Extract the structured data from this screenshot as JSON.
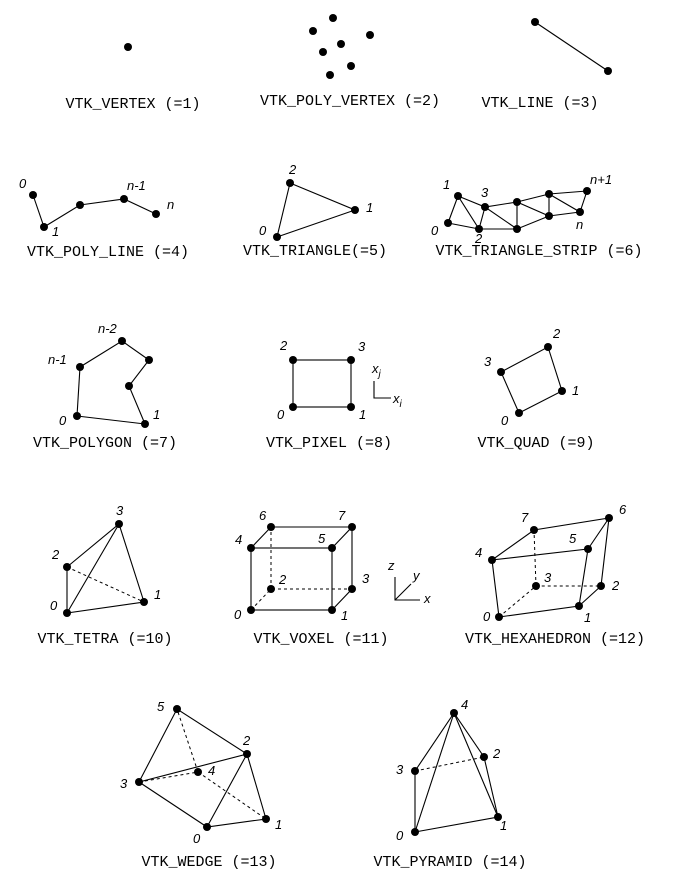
{
  "cells": [
    {
      "key": "vertex",
      "label": "VTK_VERTEX (=1)"
    },
    {
      "key": "poly_vertex",
      "label": "VTK_POLY_VERTEX (=2)"
    },
    {
      "key": "line",
      "label": "VTK_LINE (=3)"
    },
    {
      "key": "poly_line",
      "label": "VTK_POLY_LINE (=4)",
      "points": [
        "0",
        "1",
        "n-1",
        "n"
      ]
    },
    {
      "key": "triangle",
      "label": "VTK_TRIANGLE(=5)",
      "points": [
        "0",
        "1",
        "2"
      ]
    },
    {
      "key": "triangle_strip",
      "label": "VTK_TRIANGLE_STRIP (=6)",
      "points": [
        "0",
        "1",
        "2",
        "3",
        "n",
        "n+1"
      ]
    },
    {
      "key": "polygon",
      "label": "VTK_POLYGON (=7)",
      "points": [
        "0",
        "1",
        "n-1",
        "n-2"
      ]
    },
    {
      "key": "pixel",
      "label": "VTK_PIXEL (=8)",
      "points": [
        "0",
        "1",
        "2",
        "3"
      ],
      "axes": [
        "x",
        "i",
        "x",
        "j"
      ]
    },
    {
      "key": "quad",
      "label": "VTK_QUAD (=9)",
      "points": [
        "0",
        "1",
        "2",
        "3"
      ]
    },
    {
      "key": "tetra",
      "label": "VTK_TETRA (=10)",
      "points": [
        "0",
        "1",
        "2",
        "3"
      ]
    },
    {
      "key": "voxel",
      "label": "VTK_VOXEL (=11)",
      "points": [
        "0",
        "1",
        "2",
        "3",
        "4",
        "5",
        "6",
        "7"
      ],
      "axes": [
        "x",
        "y",
        "z"
      ]
    },
    {
      "key": "hexahedron",
      "label": "VTK_HEXAHEDRON (=12)",
      "points": [
        "0",
        "1",
        "2",
        "3",
        "4",
        "5",
        "6",
        "7"
      ]
    },
    {
      "key": "wedge",
      "label": "VTK_WEDGE (=13)",
      "points": [
        "0",
        "1",
        "2",
        "3",
        "4",
        "5"
      ]
    },
    {
      "key": "pyramid",
      "label": "VTK_PYRAMID (=14)",
      "points": [
        "0",
        "1",
        "2",
        "3",
        "4"
      ]
    }
  ]
}
